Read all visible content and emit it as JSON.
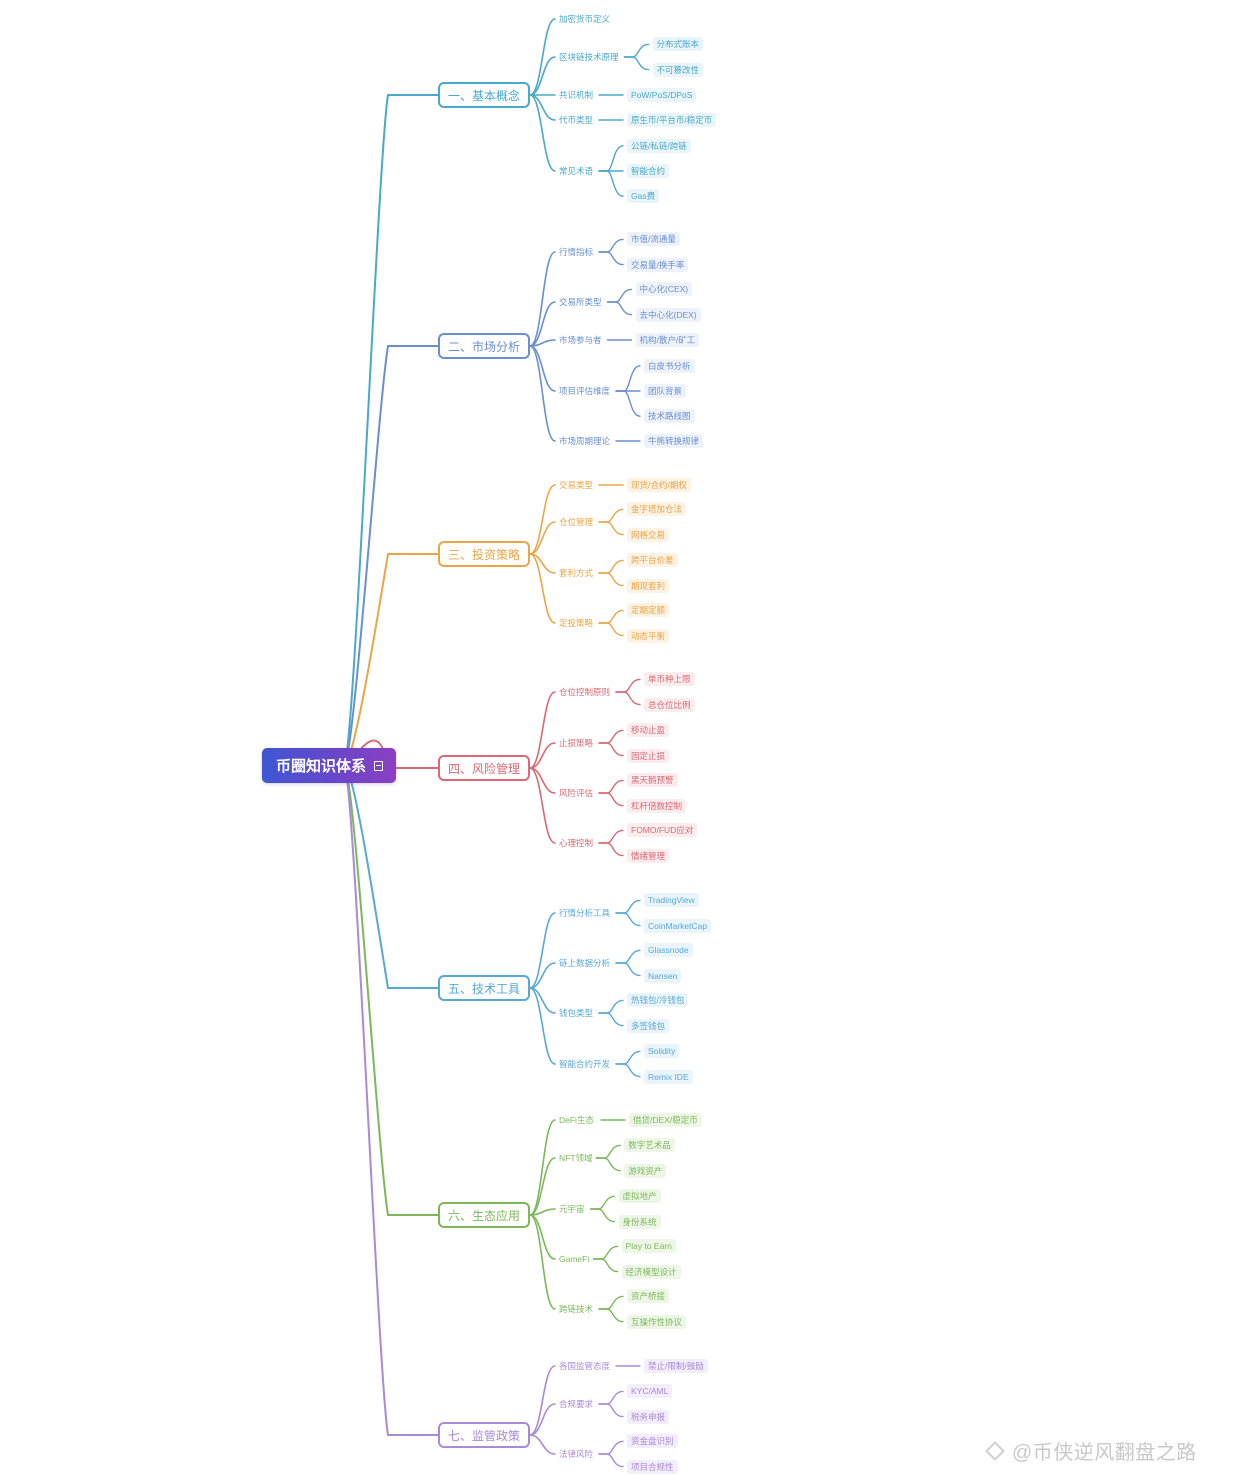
{
  "root": {
    "label": "币圈知识体系"
  },
  "branches": [
    {
      "label": "一、基本概念",
      "color": "#4aa8c8",
      "leafBg": "#eaf5fa",
      "subs": [
        {
          "label": "加密货币定义",
          "leaves": []
        },
        {
          "label": "区块链技术原理",
          "leaves": [
            "分布式账本",
            "不可篡改性"
          ]
        },
        {
          "label": "共识机制",
          "leaves": [
            "PoW/PoS/DPoS"
          ]
        },
        {
          "label": "代币类型",
          "leaves": [
            "原生币/平台币/稳定币"
          ]
        },
        {
          "label": "常见术语",
          "leaves": [
            "公链/私链/跨链",
            "智能合约",
            "Gas费"
          ]
        }
      ]
    },
    {
      "label": "二、市场分析",
      "color": "#6a8fd0",
      "leafBg": "#eef2fa",
      "subs": [
        {
          "label": "行情指标",
          "leaves": [
            "市值/流通量",
            "交易量/换手率"
          ]
        },
        {
          "label": "交易所类型",
          "leaves": [
            "中心化(CEX)",
            "去中心化(DEX)"
          ]
        },
        {
          "label": "市场参与者",
          "leaves": [
            "机构/散户/矿工"
          ]
        },
        {
          "label": "项目评估维度",
          "leaves": [
            "白皮书分析",
            "团队背景",
            "技术路线图"
          ]
        },
        {
          "label": "市场周期理论",
          "leaves": [
            "牛熊转换规律"
          ]
        }
      ]
    },
    {
      "label": "三、投资策略",
      "color": "#eba548",
      "leafBg": "#fdf3e4",
      "subs": [
        {
          "label": "交易类型",
          "leaves": [
            "现货/合约/期权"
          ]
        },
        {
          "label": "仓位管理",
          "leaves": [
            "金字塔加仓法",
            "网格交易"
          ]
        },
        {
          "label": "套利方式",
          "leaves": [
            "跨平台价差",
            "期现套利"
          ]
        },
        {
          "label": "定投策略",
          "leaves": [
            "定期定额",
            "动态平衡"
          ]
        }
      ]
    },
    {
      "label": "四、风险管理",
      "color": "#d76a74",
      "leafBg": "#fbecee",
      "subs": [
        {
          "label": "仓位控制原则",
          "leaves": [
            "单币种上限",
            "总仓位比例"
          ]
        },
        {
          "label": "止损策略",
          "leaves": [
            "移动止盈",
            "固定止损"
          ]
        },
        {
          "label": "风险评估",
          "leaves": [
            "黑天鹅预警",
            "杠杆倍数控制"
          ]
        },
        {
          "label": "心理控制",
          "leaves": [
            "FOMO/FUD应对",
            "情绪管理"
          ]
        }
      ]
    },
    {
      "label": "五、技术工具",
      "color": "#58a8d6",
      "leafBg": "#eaf4fb",
      "subs": [
        {
          "label": "行情分析工具",
          "leaves": [
            "TradingView",
            "CoinMarketCap"
          ]
        },
        {
          "label": "链上数据分析",
          "leaves": [
            "Glassnode",
            "Nansen"
          ]
        },
        {
          "label": "钱包类型",
          "leaves": [
            "热钱包/冷钱包",
            "多签钱包"
          ]
        },
        {
          "label": "智能合约开发",
          "leaves": [
            "Solidity",
            "Remix IDE"
          ]
        }
      ]
    },
    {
      "label": "六、生态应用",
      "color": "#7cb85a",
      "leafBg": "#eef6e8",
      "subs": [
        {
          "label": "DeFi生态",
          "leaves": [
            "借贷/DEX/稳定币"
          ]
        },
        {
          "label": "NFT领域",
          "leaves": [
            "数字艺术品",
            "游戏资产"
          ]
        },
        {
          "label": "元宇宙",
          "leaves": [
            "虚拟地产",
            "身份系统"
          ]
        },
        {
          "label": "GameFi",
          "leaves": [
            "Play to Earn",
            "经济模型设计"
          ]
        },
        {
          "label": "跨链技术",
          "leaves": [
            "资产桥接",
            "互操作性协议"
          ]
        }
      ]
    },
    {
      "label": "七、监管政策",
      "color": "#a98ad6",
      "leafBg": "#f3eefb",
      "subs": [
        {
          "label": "各国监管态度",
          "leaves": [
            "禁止/限制/鼓励"
          ]
        },
        {
          "label": "合规要求",
          "leaves": [
            "KYC/AML",
            "税务申报"
          ]
        },
        {
          "label": "法律风险",
          "leaves": [
            "资金盘识别",
            "项目合规性"
          ]
        }
      ]
    }
  ],
  "watermark": {
    "text": "@币侠逆风翻盘之路",
    "logo_icon": "diamond-logo-icon"
  }
}
